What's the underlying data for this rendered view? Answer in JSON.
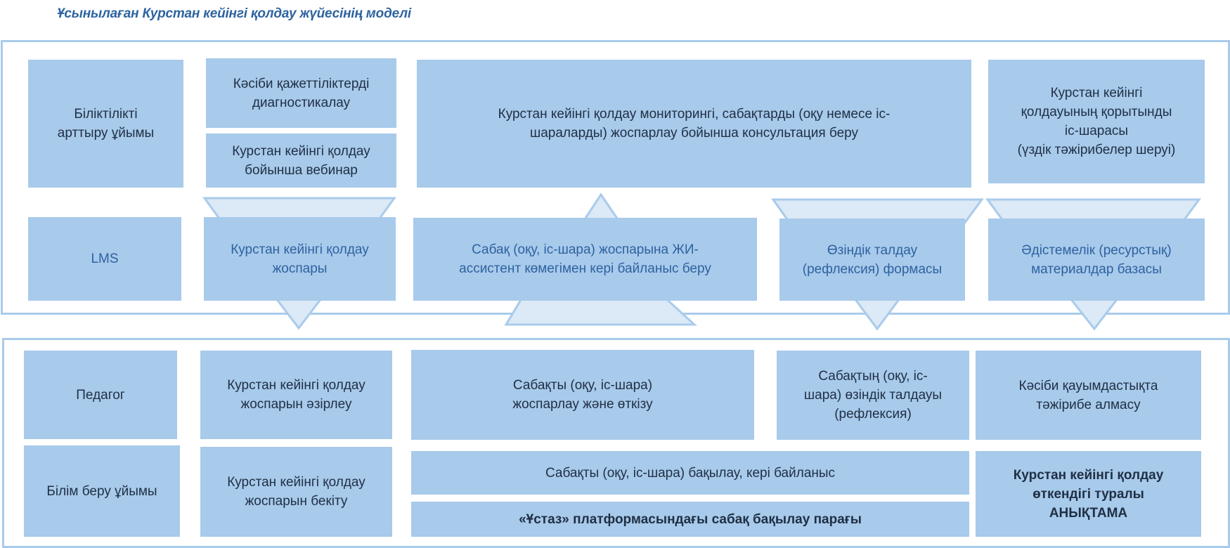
{
  "title": "Ұсынылаған Курстан кейінгі қолдау жүйесінің моделі",
  "top_section": {
    "row1": {
      "actor": "Біліктілікті\nарттыру ұйымы",
      "diagnostics": "Кәсіби қажеттіліктерді\nдиагностикалау",
      "webinar": "Курстан кейінгі қолдау\nбойынша вебинар",
      "monitoring": "Курстан кейінгі қолдау мониторингі, сабақтарды (оқу немесе іс-\nшараларды) жоспарлау бойынша консультация беру",
      "final_event": "Курстан кейінгі\nқолдауының қорытынды\nіс-шарасы\n(үздік тәжірибелер шеруі)"
    },
    "row2": {
      "actor": "LMS",
      "support_plan": "Курстан кейінгі қолдау\nжоспары",
      "ai_feedback": "Сабақ (оқу, іс-шара) жоспарына ЖИ-\nассистент көмегімен кері байланыс беру",
      "reflection_form": "Өзіндік талдау\n(рефлексия) формасы",
      "materials_base": "Әдістемелік (ресурстық)\nматериалдар базасы"
    }
  },
  "bottom_section": {
    "row1": {
      "actor": "Педагог",
      "develop_plan": "Курстан кейінгі қолдау\nжоспарын әзірлеу",
      "plan_conduct": "Сабақты (оқу, іс-шара)\nжоспарлау және өткізу",
      "self_analysis": "Сабақтың (оқу, іс-\nшара) өзіндік талдауы\n(рефлексия)",
      "experience_exchange": "Кәсіби қауымдастықта\nтәжірибе алмасу"
    },
    "row2": {
      "actor": "Білім беру ұйымы",
      "approve_plan": "Курстан кейінгі қолдау\nжоспарын бекіту",
      "observation_feedback": "Сабақты (оқу, іс-шара) бақылау, кері байланыс",
      "observation_sheet": "«Ұстаз» платформасындағы сабақ бақылау парағы",
      "certificate": "Курстан кейінгі қолдау\nөткендігі туралы\nАНЫҚТАМА"
    }
  },
  "colors": {
    "box_fill": "#a8caeb",
    "arrow_fill": "#dce9f6",
    "frame_border": "#a9cbeb",
    "title_color": "#2e64a0",
    "platform_text": "#2f62a0",
    "body_text": "#1f2f44"
  }
}
